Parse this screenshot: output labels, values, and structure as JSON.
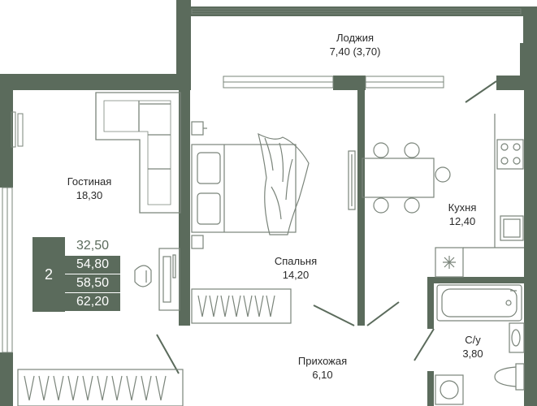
{
  "rooms": {
    "loggia": {
      "name": "Лоджия",
      "area": "7,40 (3,70)"
    },
    "living": {
      "name": "Гостиная",
      "area": "18,30"
    },
    "bedroom": {
      "name": "Спальня",
      "area": "14,20"
    },
    "kitchen": {
      "name": "Кухня",
      "area": "12,40"
    },
    "hall": {
      "name": "Прихожая",
      "area": "6,10"
    },
    "bathroom": {
      "name": "С/у",
      "area": "3,80"
    }
  },
  "summary": {
    "rooms_count": "2",
    "areas": [
      "32,50",
      "54,80",
      "58,50",
      "62,20"
    ]
  },
  "colors": {
    "wall": "#5b6b5c",
    "furniture": "#7a847a",
    "background": "#ffffff"
  }
}
